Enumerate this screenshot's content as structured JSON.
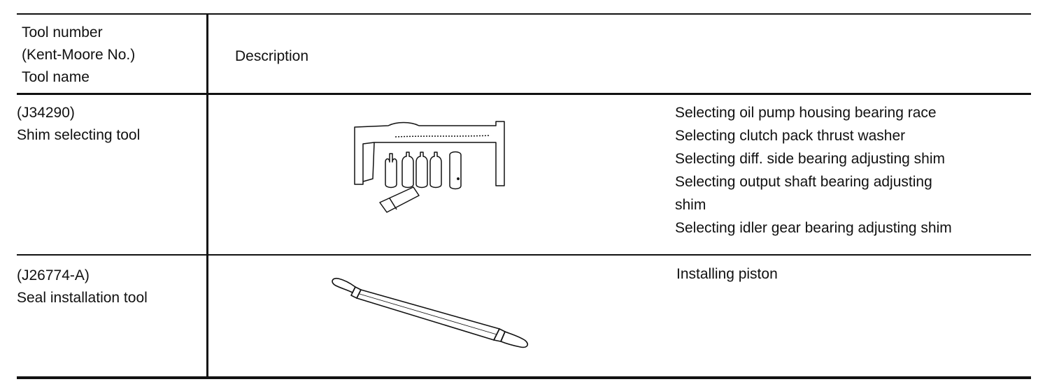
{
  "table": {
    "header": {
      "tool_col": [
        "Tool number",
        "(Kent-Moore No.)",
        "Tool name"
      ],
      "description_col": "Description"
    },
    "rows": [
      {
        "tool_number": "(J34290)",
        "tool_name": "Shim selecting tool",
        "description": [
          "Selecting oil pump housing bearing race",
          "Selecting clutch pack thrust washer",
          "Selecting diff. side bearing adjusting shim",
          "Selecting output shaft bearing adjusting",
          "shim",
          "Selecting idler gear bearing adjusting shim"
        ],
        "illustration": "shim-selecting-tool-drawing"
      },
      {
        "tool_number": "(J26774-A)",
        "tool_name": "Seal installation tool",
        "description": [
          "Installing piston"
        ],
        "illustration": "seal-installation-tool-drawing"
      }
    ]
  },
  "colors": {
    "ink": "#111111",
    "paper": "#ffffff"
  }
}
